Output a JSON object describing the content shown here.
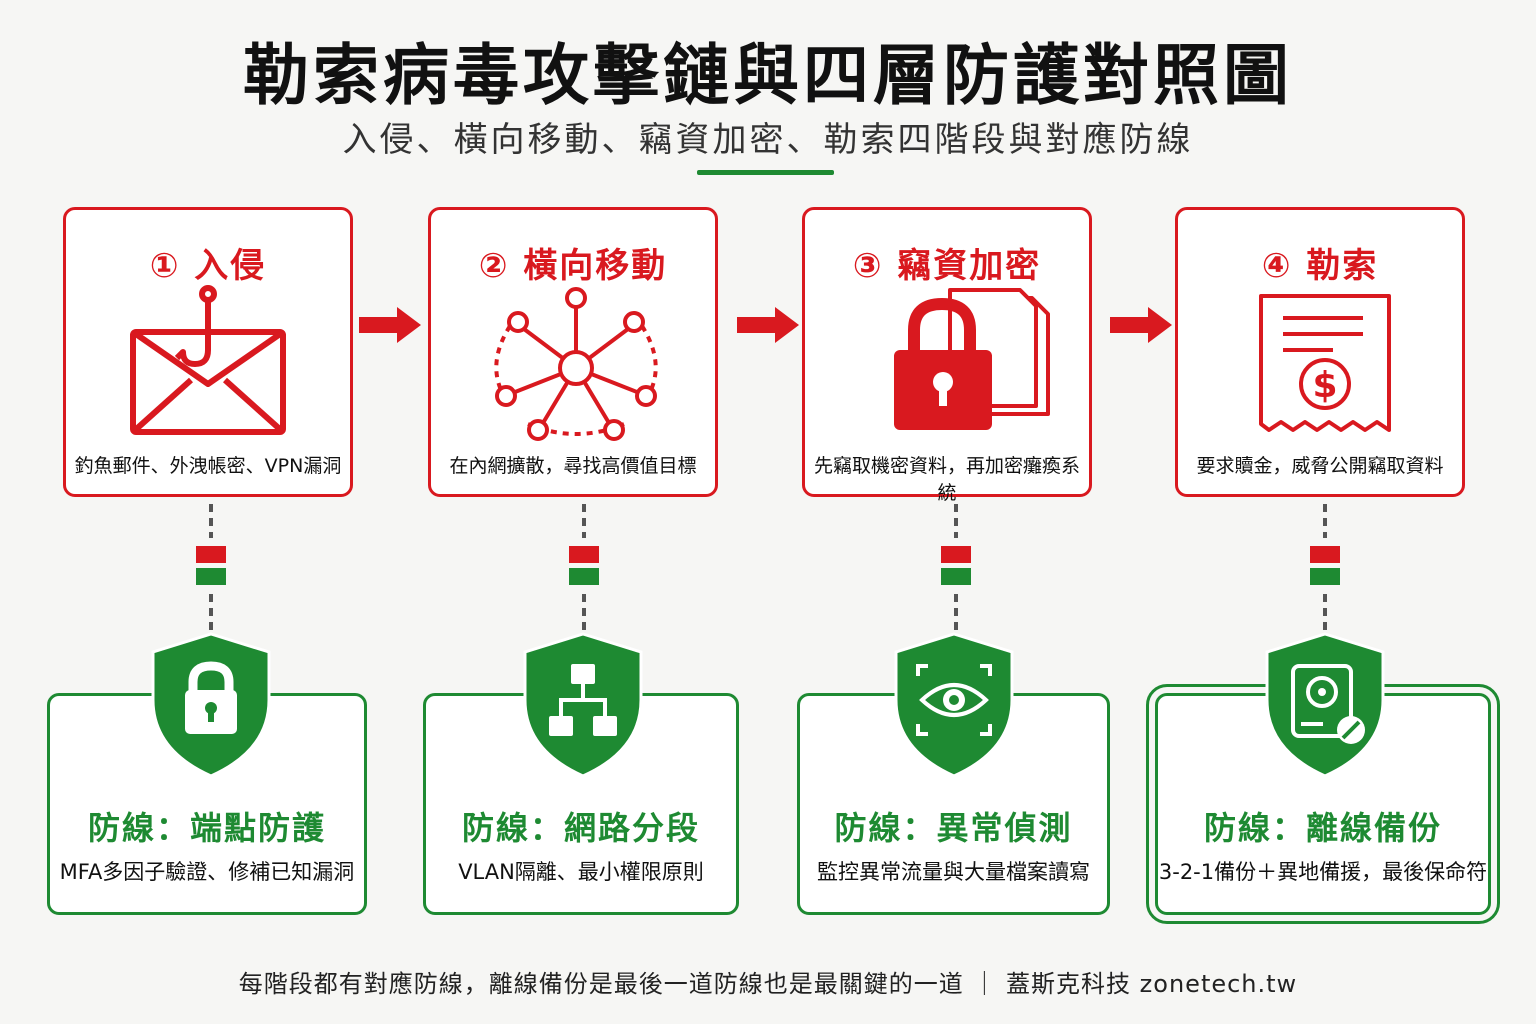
{
  "title": "勒索病毒攻擊鏈與四層防護對照圖",
  "subtitle": "入侵、橫向移動、竊資加密、勒索四階段與對應防線",
  "colors": {
    "attack": "#d9191f",
    "defense": "#1e8a32",
    "background": "#f6f6f4"
  },
  "stages": [
    {
      "title": "① 入侵",
      "desc": "釣魚郵件、外洩帳密、VPN漏洞",
      "icon": "phishing-email-icon"
    },
    {
      "title": "② 橫向移動",
      "desc": "在內網擴散，尋找高價值目標",
      "icon": "network-spread-icon"
    },
    {
      "title": "③ 竊資加密",
      "desc": "先竊取機密資料，再加密癱瘓系統",
      "icon": "locked-files-icon"
    },
    {
      "title": "④ 勒索",
      "desc": "要求贖金，威脅公開竊取資料",
      "icon": "ransom-invoice-icon"
    }
  ],
  "defenses": [
    {
      "title": "防線：端點防護",
      "desc": "MFA多因子驗證、修補已知漏洞",
      "icon": "shield-lock-icon"
    },
    {
      "title": "防線：網路分段",
      "desc": "VLAN隔離、最小權限原則",
      "icon": "shield-network-icon"
    },
    {
      "title": "防線：異常偵測",
      "desc": "監控異常流量與大量檔案讀寫",
      "icon": "shield-eye-icon"
    },
    {
      "title": "防線：離線備份",
      "desc": "3-2-1備份＋異地備援，最後保命符",
      "icon": "shield-backup-drive-icon"
    }
  ],
  "footer": "每階段都有對應防線，離線備份是最後一道防線也是最關鍵的一道 ｜ 蓋斯克科技 zonetech.tw"
}
